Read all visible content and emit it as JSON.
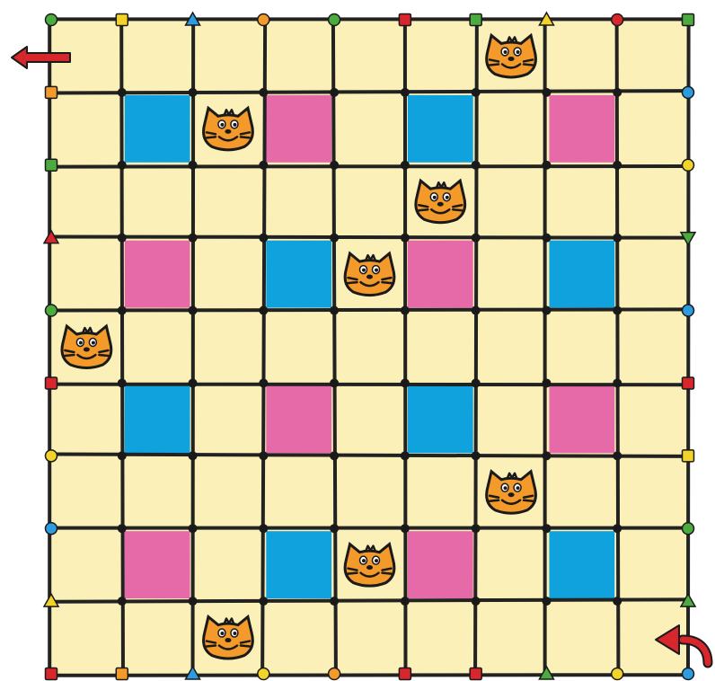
{
  "board": {
    "rows": 9,
    "cols": 9,
    "colors": {
      "background": "#faf0b8",
      "grid_line": "#222222",
      "blue": "#10a2dc",
      "pink": "#e669a8",
      "cat": "#f39a2b",
      "arrow": "#d7262c"
    },
    "colored_cells": [
      {
        "row": 1,
        "col": 1,
        "color": "blue"
      },
      {
        "row": 1,
        "col": 3,
        "color": "pink"
      },
      {
        "row": 1,
        "col": 5,
        "color": "blue"
      },
      {
        "row": 1,
        "col": 7,
        "color": "pink"
      },
      {
        "row": 3,
        "col": 1,
        "color": "pink"
      },
      {
        "row": 3,
        "col": 3,
        "color": "blue"
      },
      {
        "row": 3,
        "col": 5,
        "color": "pink"
      },
      {
        "row": 3,
        "col": 7,
        "color": "blue"
      },
      {
        "row": 5,
        "col": 1,
        "color": "blue"
      },
      {
        "row": 5,
        "col": 3,
        "color": "pink"
      },
      {
        "row": 5,
        "col": 5,
        "color": "blue"
      },
      {
        "row": 5,
        "col": 7,
        "color": "pink"
      },
      {
        "row": 7,
        "col": 1,
        "color": "pink"
      },
      {
        "row": 7,
        "col": 3,
        "color": "blue"
      },
      {
        "row": 7,
        "col": 5,
        "color": "pink"
      },
      {
        "row": 7,
        "col": 7,
        "color": "blue"
      }
    ],
    "cats": [
      {
        "row": 0,
        "col": 6
      },
      {
        "row": 1,
        "col": 2
      },
      {
        "row": 2,
        "col": 5
      },
      {
        "row": 3,
        "col": 4
      },
      {
        "row": 4,
        "col": 0
      },
      {
        "row": 6,
        "col": 6
      },
      {
        "row": 7,
        "col": 4
      },
      {
        "row": 8,
        "col": 2
      }
    ],
    "border_markers": {
      "top": [
        {
          "shape": "circle",
          "color": "#4cab3f"
        },
        {
          "shape": "square",
          "color": "#f1d32a"
        },
        {
          "shape": "triangle",
          "color": "#2c9be0"
        },
        {
          "shape": "circle",
          "color": "#f39a2b"
        },
        {
          "shape": "circle",
          "color": "#4cab3f"
        },
        {
          "shape": "square",
          "color": "#d7262c"
        },
        {
          "shape": "square",
          "color": "#4cab3f"
        },
        {
          "shape": "triangle",
          "color": "#f1d32a"
        },
        {
          "shape": "circle",
          "color": "#d7262c"
        },
        {
          "shape": "square",
          "color": "#4cab3f"
        }
      ],
      "left": [
        {
          "shape": "square",
          "color": "#f39a2b"
        },
        {
          "shape": "square",
          "color": "#4cab3f"
        },
        {
          "shape": "triangle",
          "color": "#d7262c"
        },
        {
          "shape": "circle",
          "color": "#4cab3f"
        },
        {
          "shape": "square",
          "color": "#d7262c"
        },
        {
          "shape": "circle",
          "color": "#f1d32a"
        },
        {
          "shape": "circle",
          "color": "#2c9be0"
        },
        {
          "shape": "triangle",
          "color": "#f1d32a"
        }
      ],
      "right": [
        {
          "shape": "circle",
          "color": "#2c9be0"
        },
        {
          "shape": "circle",
          "color": "#f1d32a"
        },
        {
          "shape": "triangle-down",
          "color": "#4cab3f"
        },
        {
          "shape": "circle",
          "color": "#2c9be0"
        },
        {
          "shape": "square",
          "color": "#d7262c"
        },
        {
          "shape": "square",
          "color": "#f1d32a"
        },
        {
          "shape": "circle",
          "color": "#4cab3f"
        },
        {
          "shape": "triangle",
          "color": "#4cab3f"
        }
      ],
      "bottom": [
        {
          "shape": "square",
          "color": "#d7262c"
        },
        {
          "shape": "square",
          "color": "#f39a2b"
        },
        {
          "shape": "triangle",
          "color": "#2c9be0"
        },
        {
          "shape": "circle",
          "color": "#f1d32a"
        },
        {
          "shape": "circle",
          "color": "#f39a2b"
        },
        {
          "shape": "square",
          "color": "#d7262c"
        },
        {
          "shape": "square",
          "color": "#d7262c"
        },
        {
          "shape": "triangle",
          "color": "#4cab3f"
        },
        {
          "shape": "circle",
          "color": "#f1d32a"
        },
        {
          "shape": "circle",
          "color": "#2c9be0"
        }
      ]
    },
    "exit_arrow": {
      "icon": "arrow-left-icon",
      "color": "#d7262c"
    },
    "entry_arrow": {
      "icon": "curved-arrow-icon",
      "color": "#d7262c"
    }
  }
}
